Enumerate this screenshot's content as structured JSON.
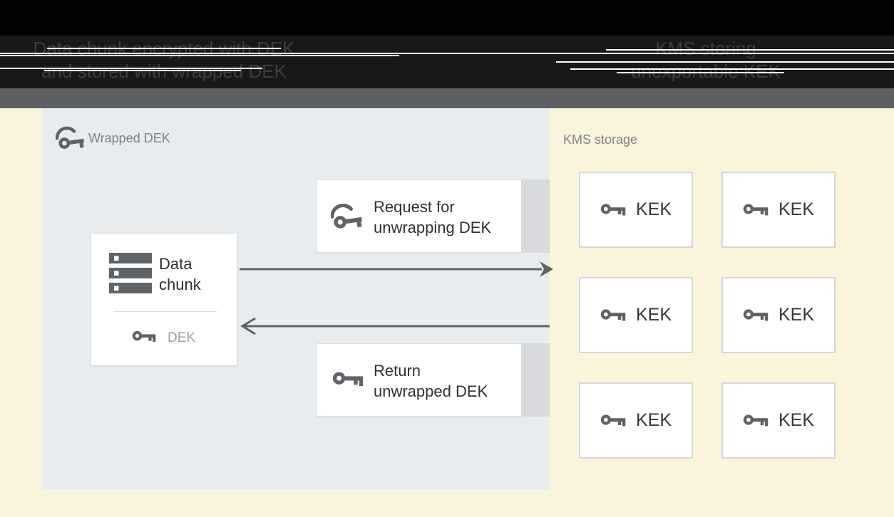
{
  "header": {
    "left_title_line1": "Data chunk encrypted with DEK",
    "left_title_line2": "and stored with wrapped DEK",
    "right_title_line1": "KMS storing",
    "right_title_line2": "unexportable KEK"
  },
  "wrapped_dek_panel": {
    "label": "Wrapped DEK",
    "data_chunk_box": {
      "title_line1": "Data",
      "title_line2": "chunk",
      "key_label": "DEK"
    },
    "request_box": {
      "line1": "Request for",
      "line2": "unwrapping DEK"
    },
    "return_box": {
      "line1": "Return",
      "line2": "unwrapped DEK"
    }
  },
  "kms_panel": {
    "label": "KMS storage",
    "kek_boxes": [
      {
        "label": "KEK"
      },
      {
        "label": "KEK"
      },
      {
        "label": "KEK"
      },
      {
        "label": "KEK"
      },
      {
        "label": "KEK"
      },
      {
        "label": "KEK"
      }
    ]
  },
  "icons": {
    "wrapped_dek": "turning-key-icon",
    "data_chunk": "storage-stack-icon",
    "dek": "key-icon",
    "request": "turning-key-icon",
    "return": "key-icon",
    "kek": "key-icon"
  },
  "colors": {
    "header_bg": "#181818",
    "divider_bar": "#5e6063",
    "canvas_bg": "#fbf4dc",
    "panel_bg": "#e8ecef",
    "box_bg": "#ffffff",
    "box_border": "#d4d7da",
    "strip": "#d9dbde",
    "icon": "#5f6368",
    "arrow": "#5f6368",
    "text_dark": "#2e3134",
    "text_gray": "#7d8287",
    "text_light": "#9aa0a6",
    "header_text": "#3b3e41"
  }
}
